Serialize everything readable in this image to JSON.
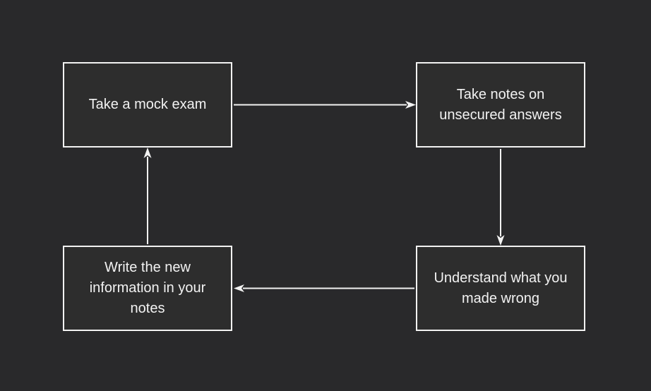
{
  "diagram": {
    "type": "flowchart-cycle",
    "background_color": "#29292b",
    "node_fill_color": "#2d2d2d",
    "node_border_color": "#f2f2f2",
    "text_color": "#f2f2f2",
    "arrow_color": "#f2f2f2",
    "nodes": [
      {
        "id": "take-mock-exam",
        "label": "Take a mock exam",
        "position": "top-left"
      },
      {
        "id": "take-notes",
        "label": "Take notes on\nunsecured answers",
        "position": "top-right"
      },
      {
        "id": "write-notes",
        "label": "Write the new\ninformation in your\nnotes",
        "position": "bottom-left"
      },
      {
        "id": "understand-wrong",
        "label": "Understand what you\nmade wrong",
        "position": "bottom-right"
      }
    ],
    "edges": [
      {
        "from": "take-mock-exam",
        "to": "take-notes",
        "direction": "right"
      },
      {
        "from": "take-notes",
        "to": "understand-wrong",
        "direction": "down"
      },
      {
        "from": "understand-wrong",
        "to": "write-notes",
        "direction": "left"
      },
      {
        "from": "write-notes",
        "to": "take-mock-exam",
        "direction": "up"
      }
    ]
  }
}
